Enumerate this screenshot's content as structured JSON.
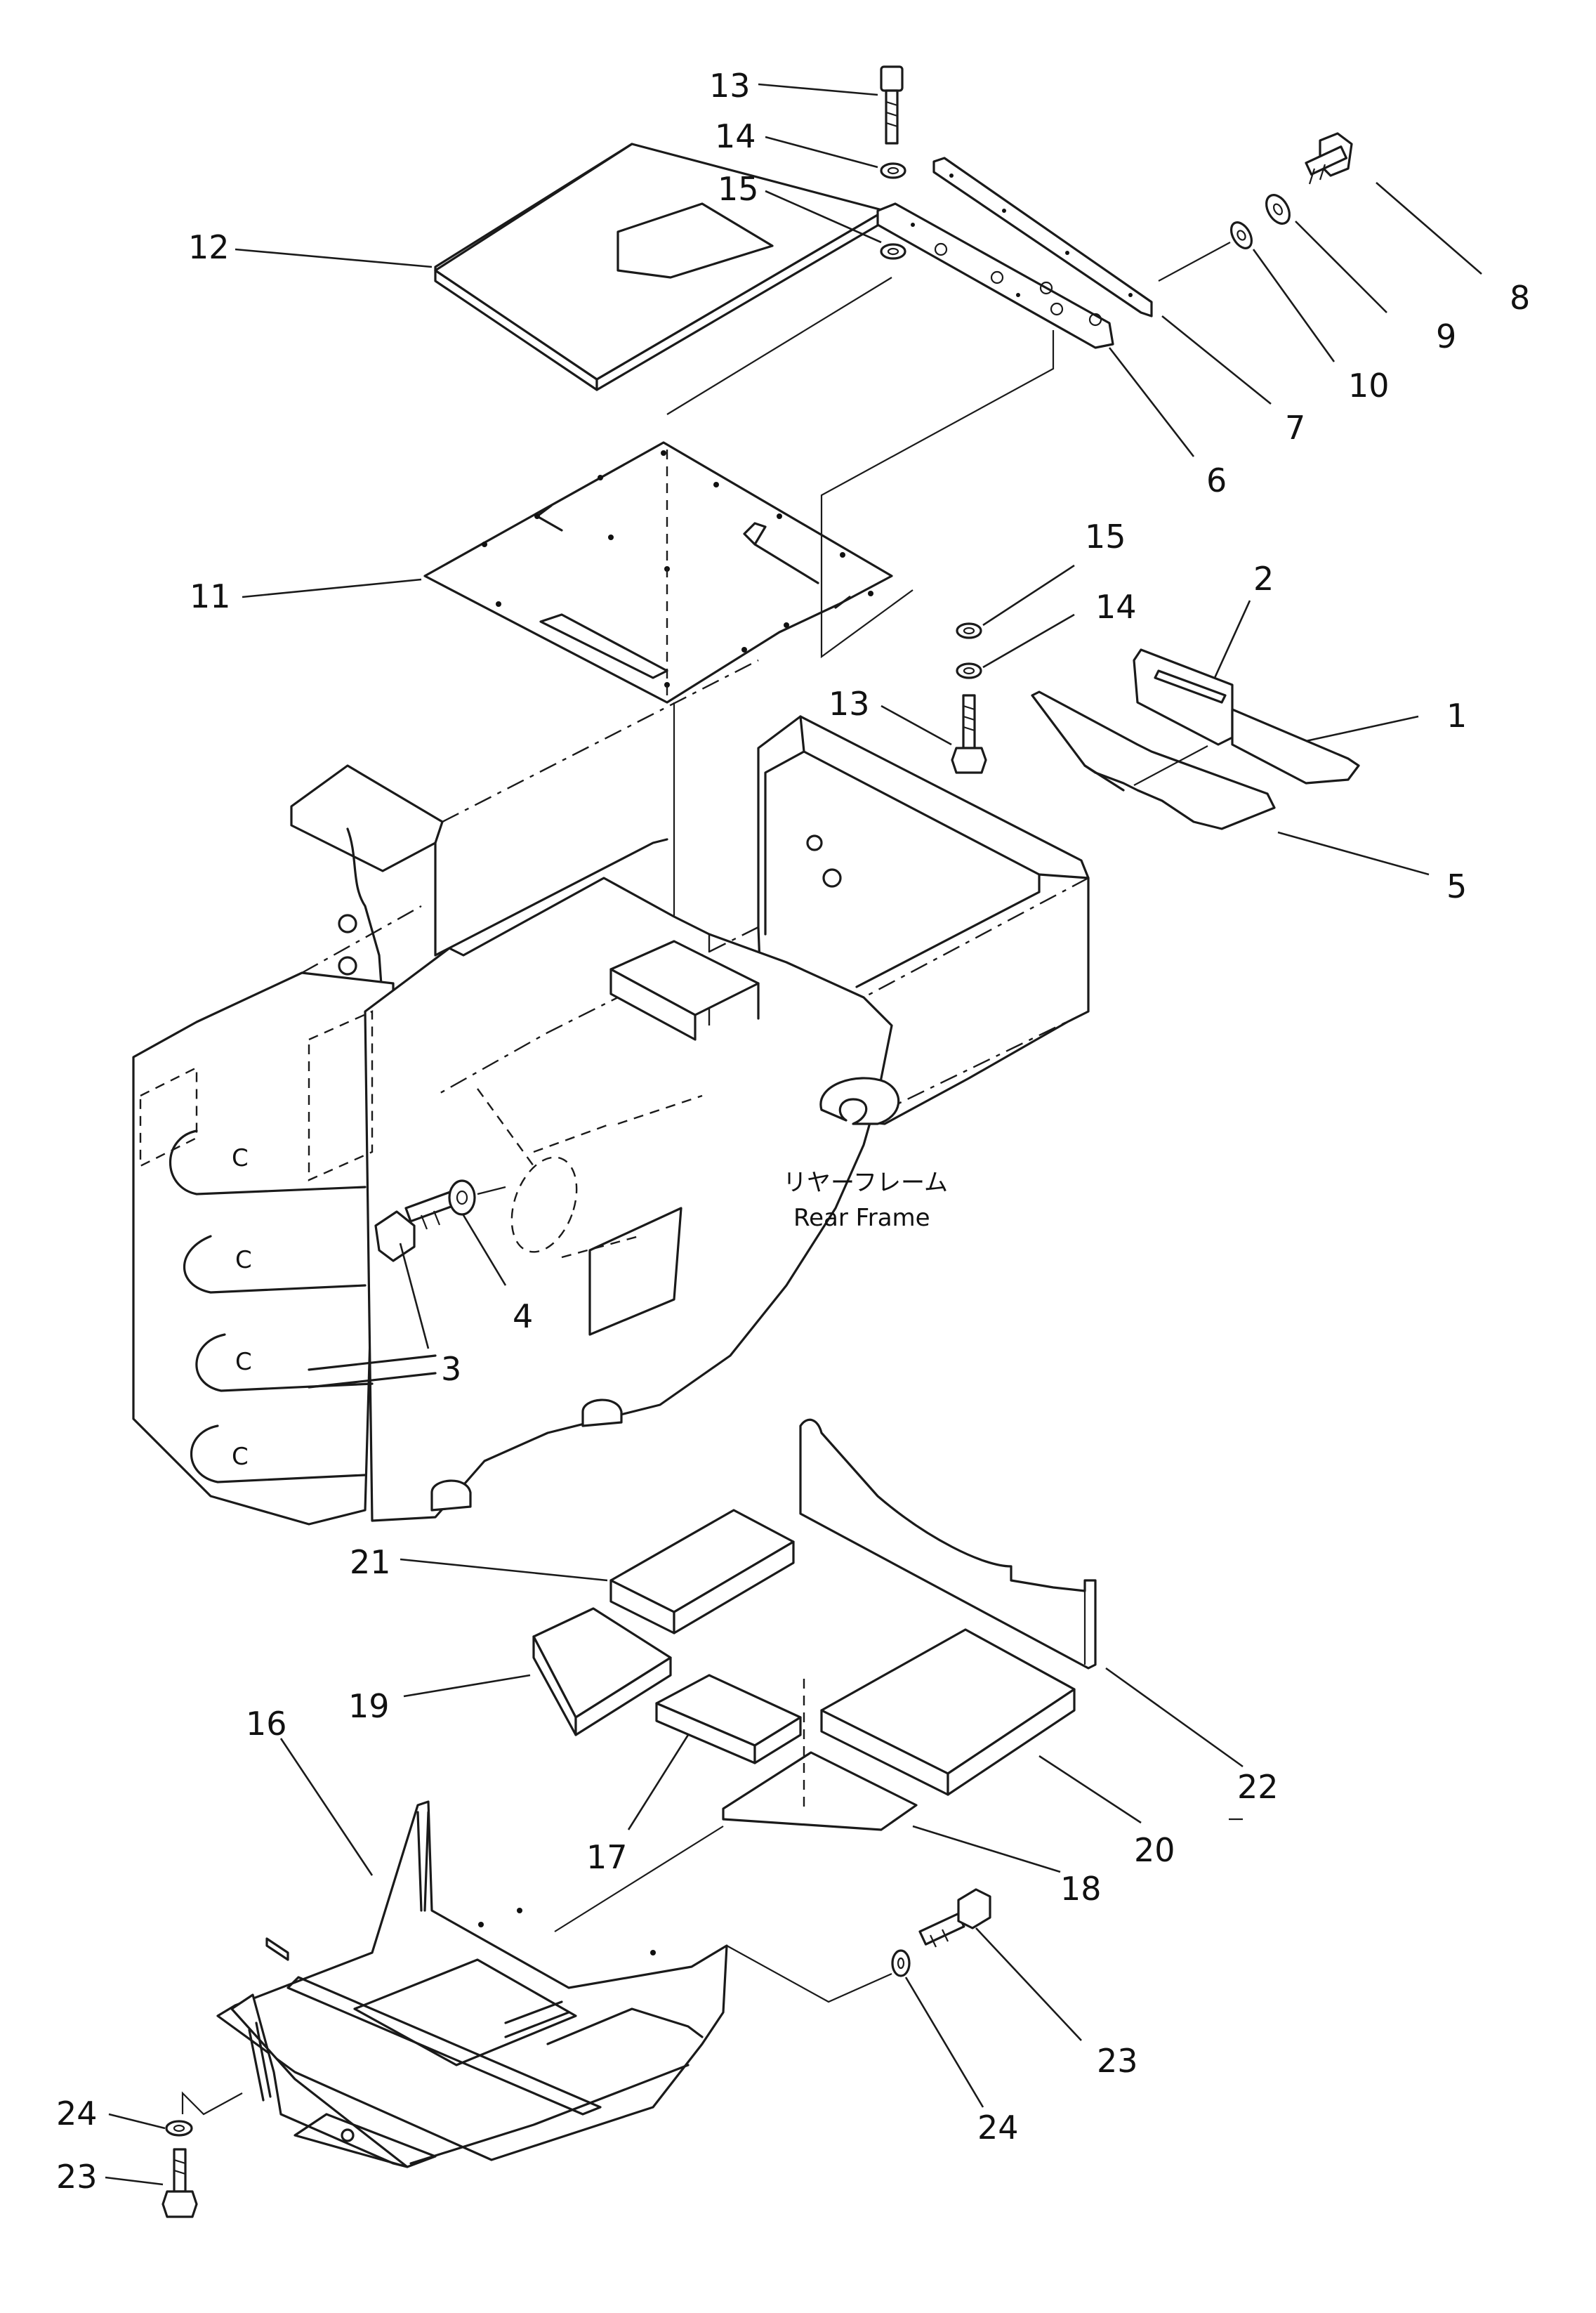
{
  "labels": {
    "p1": "1",
    "p2": "2",
    "p3": "3",
    "p4": "4",
    "p5": "5",
    "p6": "6",
    "p7": "7",
    "p8": "8",
    "p9": "9",
    "p10": "10",
    "p11": "11",
    "p12": "12",
    "p13a": "13",
    "p13b": "13",
    "p14a": "14",
    "p14b": "14",
    "p15a": "15",
    "p15b": "15",
    "p16": "16",
    "p17": "17",
    "p18": "18",
    "p19": "19",
    "p20": "20",
    "p21": "21",
    "p22": "22",
    "p23a": "23",
    "p23b": "23",
    "p24a": "24",
    "p24b": "24"
  },
  "caption": {
    "jp": "リヤーフレーム",
    "en": "Rear Frame"
  }
}
